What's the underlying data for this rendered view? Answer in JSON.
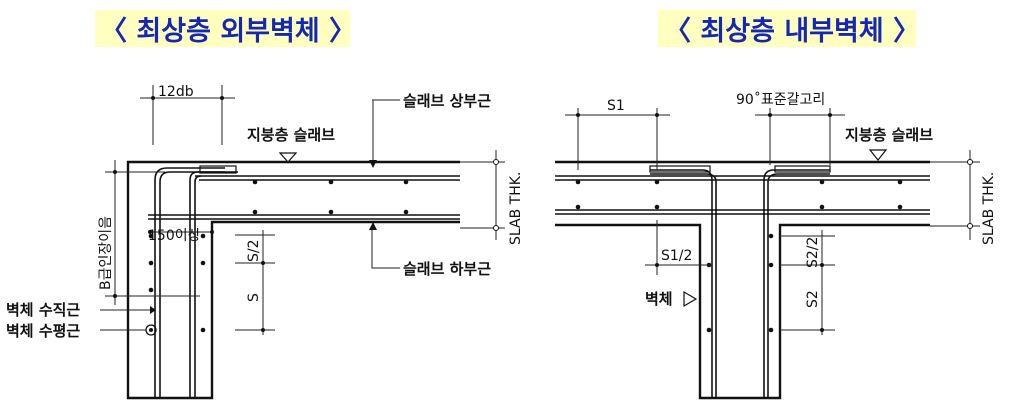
{
  "left": {
    "title": "〈 최상층 외부벽체 〉",
    "dim_12db": "12db",
    "label_top_bar": "슬래브 상부근",
    "label_roof_slab": "지붕층 슬래브",
    "label_slab_thk": "SLAB THK.",
    "label_150": "150이상",
    "label_b_anchor": "B급인장이음",
    "label_s2": "S/2",
    "label_s": "S",
    "label_bottom_bar": "슬래브 하부근",
    "label_vertical_bar": "벽체 수직근",
    "label_horizontal_bar": "벽체 수평근"
  },
  "right": {
    "title": "〈 최상층 내부벽체 〉",
    "label_s1": "S1",
    "label_hook": "90˚표준갈고리",
    "label_roof_slab": "지붕층 슬래브",
    "label_slab_thk": "SLAB THK.",
    "label_s1_2": "S1/2",
    "label_s2_2": "S2/2",
    "label_s2": "S2",
    "label_wall": "벽체"
  },
  "colors": {
    "title": "#1428b4",
    "highlight": "#ffffc0",
    "line": "#111111"
  }
}
